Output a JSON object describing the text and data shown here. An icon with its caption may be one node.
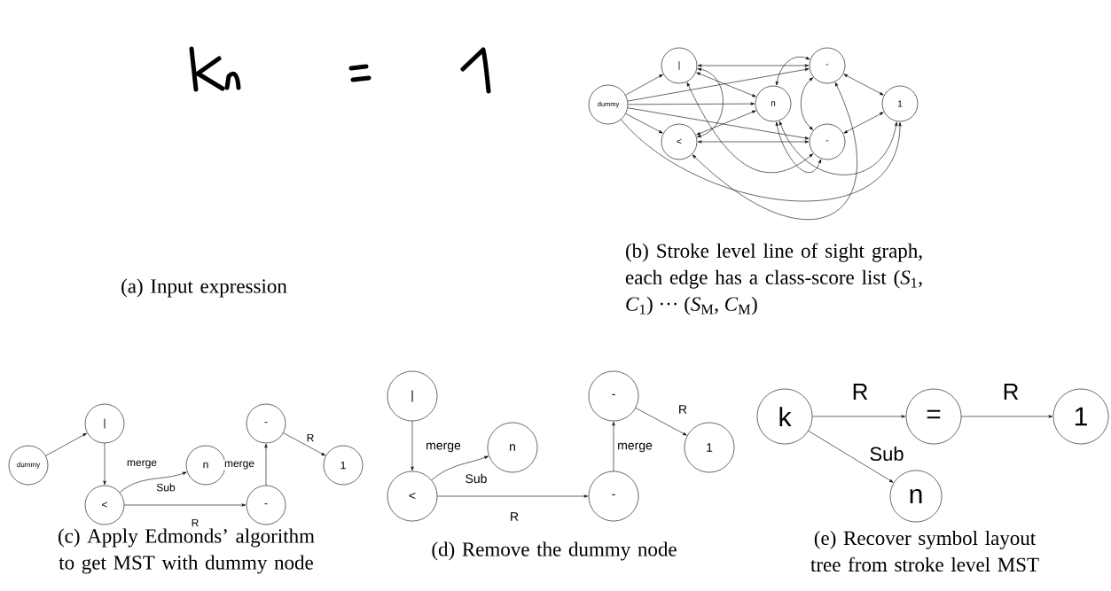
{
  "diagram": {
    "nodes": [
      {
        "text": [
          "dummy"
        ]
      },
      {
        "text": [
          "|"
        ]
      },
      {
        "text": [
          "<"
        ]
      },
      {
        "text": [
          "n"
        ]
      },
      {
        "text": [
          "-"
        ]
      },
      {
        "text": [
          "-"
        ]
      },
      {
        "text": [
          "1"
        ]
      },
      {
        "text": [
          "dummy"
        ]
      },
      {
        "text": [
          "|"
        ]
      },
      {
        "text": [
          "<"
        ]
      },
      {
        "text": [
          "n"
        ]
      },
      {
        "text": [
          "-"
        ]
      },
      {
        "text": [
          "-"
        ]
      },
      {
        "text": [
          "1"
        ]
      },
      {
        "text": [
          "|"
        ]
      },
      {
        "text": [
          "<"
        ]
      },
      {
        "text": [
          "n"
        ]
      },
      {
        "text": [
          "-"
        ]
      },
      {
        "text": [
          "-"
        ]
      },
      {
        "text": [
          "1"
        ]
      },
      {
        "text": [
          "k"
        ]
      },
      {
        "text": [
          "="
        ]
      },
      {
        "text": [
          "1"
        ]
      },
      {
        "text": [
          "n"
        ]
      }
    ],
    "edges": [
      {
        "from": 0,
        "to": 1,
        "arrow": "to"
      },
      {
        "from": 0,
        "to": 2,
        "arrow": "to"
      },
      {
        "from": 0,
        "to": 3,
        "arrow": "to"
      },
      {
        "from": 0,
        "to": 4,
        "arrow": "to"
      },
      {
        "from": 0,
        "to": 5,
        "arrow": "to"
      },
      {
        "from": 0,
        "to": 6,
        "arrow": "to"
      },
      {
        "from": 1,
        "to": 2,
        "arrow": "both"
      },
      {
        "from": 1,
        "to": 3,
        "arrow": "both"
      },
      {
        "from": 1,
        "to": 4,
        "arrow": "both"
      },
      {
        "from": 1,
        "to": 5,
        "arrow": "both"
      },
      {
        "from": 2,
        "to": 3,
        "arrow": "both"
      },
      {
        "from": 2,
        "to": 5,
        "arrow": "both"
      },
      {
        "from": 2,
        "to": 4,
        "arrow": "both"
      },
      {
        "from": 3,
        "to": 4,
        "arrow": "both"
      },
      {
        "from": 3,
        "to": 5,
        "arrow": "both"
      },
      {
        "from": 4,
        "to": 5,
        "arrow": "both"
      },
      {
        "from": 4,
        "to": 6,
        "arrow": "both"
      },
      {
        "from": 5,
        "to": 6,
        "arrow": "both"
      },
      {
        "from": 3,
        "to": 6,
        "arrow": "both"
      },
      {
        "from": 7,
        "to": 8,
        "arrow": "to"
      },
      {
        "from": 8,
        "to": 9,
        "arrow": "to",
        "label": "merge"
      },
      {
        "from": 9,
        "to": 10,
        "arrow": "to",
        "label": "Sub"
      },
      {
        "from": 9,
        "to": 12,
        "arrow": "to",
        "label": "R"
      },
      {
        "from": 12,
        "to": 11,
        "arrow": "to",
        "label": "merge"
      },
      {
        "from": 11,
        "to": 13,
        "arrow": "to",
        "label": "R"
      },
      {
        "from": 14,
        "to": 15,
        "arrow": "to",
        "label": "merge"
      },
      {
        "from": 15,
        "to": 16,
        "arrow": "to",
        "label": "Sub"
      },
      {
        "from": 15,
        "to": 18,
        "arrow": "to",
        "label": "R"
      },
      {
        "from": 18,
        "to": 17,
        "arrow": "to",
        "label": "merge"
      },
      {
        "from": 17,
        "to": 19,
        "arrow": "to",
        "label": "R"
      },
      {
        "from": 20,
        "to": 21,
        "arrow": "to",
        "label": "R"
      },
      {
        "from": 21,
        "to": 22,
        "arrow": "to",
        "label": "R"
      },
      {
        "from": 20,
        "to": 23,
        "arrow": "to",
        "label": "Sub"
      }
    ],
    "labels": [
      "(a) Input expression",
      "(b) Stroke level line of sight graph, each edge has a class-score list (*S*$_{1}$, *C*$_{1}$) ··· (*S*$_{M}$, *C*$_{M}$)",
      "(c) Apply Edmonds’ algorithm to get MST with dummy node",
      "(d) Remove the dummy node",
      "(e) Recover symbol layout tree from stroke level MST"
    ]
  }
}
